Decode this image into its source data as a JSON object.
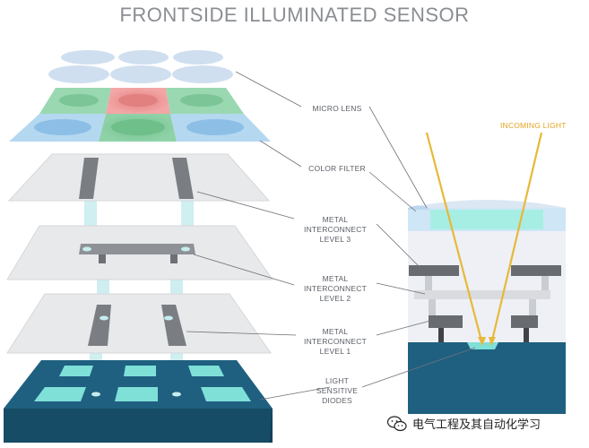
{
  "title": "FRONTSIDE ILLUMINATED SENSOR",
  "labels": {
    "micro_lens": "MICRO LENS",
    "color_filter": "COLOR FILTER",
    "metal3_line1": "METAL INTERCONNECT",
    "metal3_line2": "LEVEL 3",
    "metal2_line1": "METAL INTERCONNECT",
    "metal2_line2": "LEVEL 2",
    "metal1_line1": "METAL INTERCONNECT",
    "metal1_line2": "LEVEL 1",
    "diodes_line1": "LIGHT",
    "diodes_line2": "SENSITIVE",
    "diodes_line3": "DIODES",
    "incoming_light": "INCOMING LIGHT"
  },
  "watermark": {
    "text": "电气工程及其自动化学习",
    "icon": "wechat-icon"
  },
  "colors": {
    "title": "#8a8d92",
    "label_text": "#5b5f66",
    "incoming_light": "#e6a21f",
    "lens": "#d2e2f0",
    "filter_green": "#8fd2a8",
    "filter_red": "#f19a9a",
    "filter_blue": "#a9d0ee",
    "layer": "#e9eaec",
    "metal": "#7a7d82",
    "diode_block": "#1f5f7c",
    "diode_pad": "#7fe0d8",
    "light_beam": "#c7ecee"
  }
}
